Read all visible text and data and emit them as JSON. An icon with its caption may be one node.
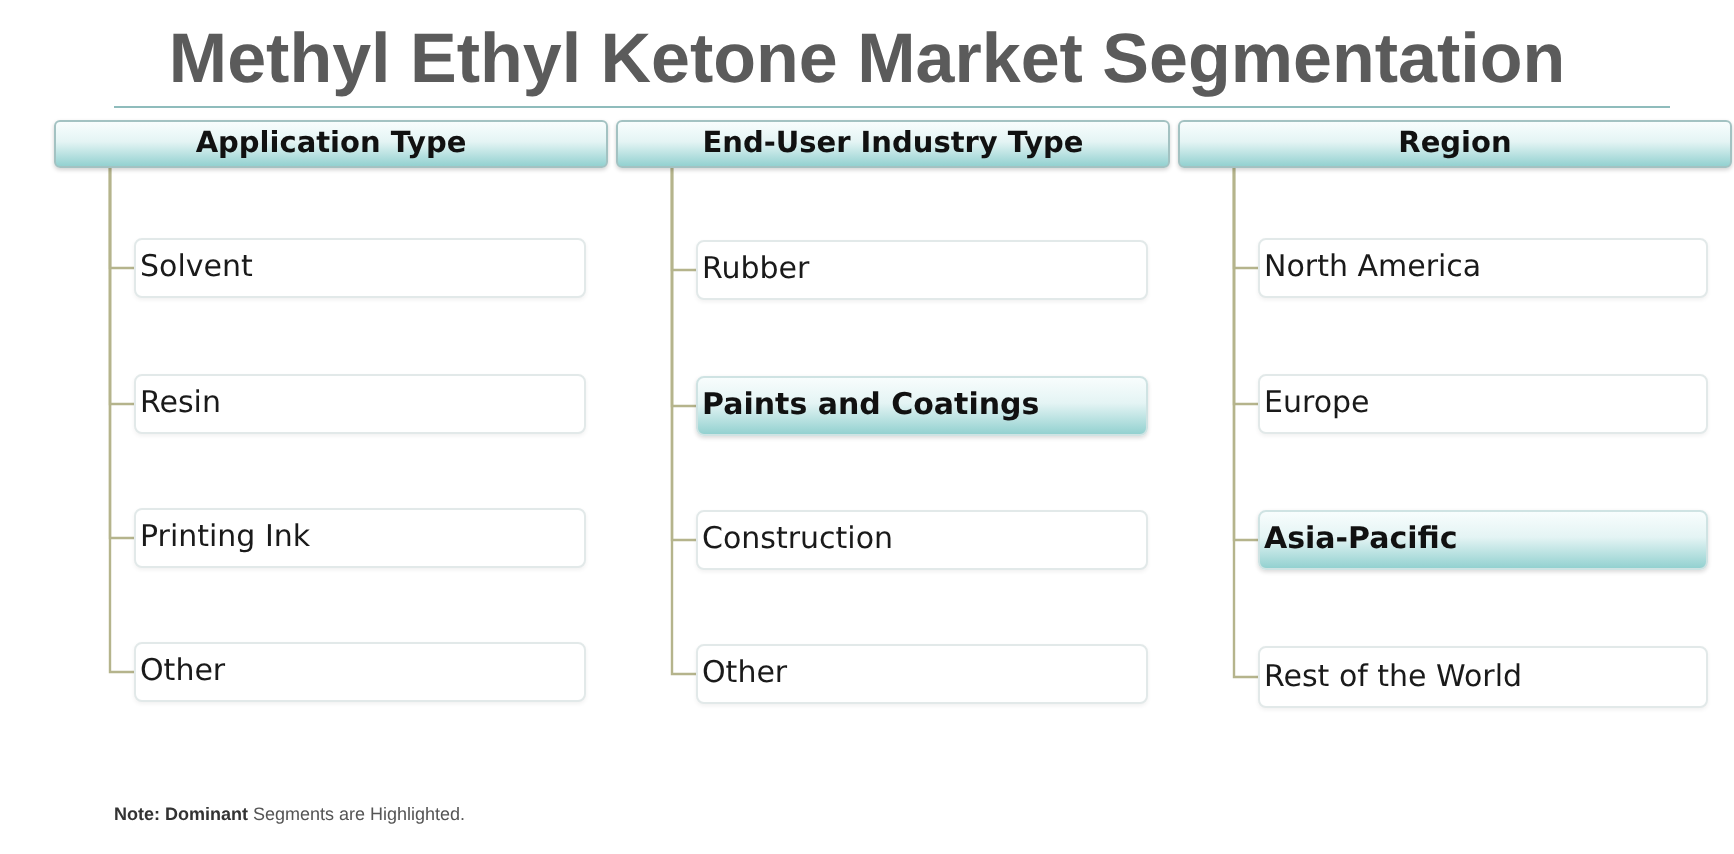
{
  "diagram": {
    "title": "Methyl Ethyl Ketone Market Segmentation",
    "nodes": [
      {
        "text": [
          "Application Type"
        ]
      },
      {
        "text": [
          "Solvent"
        ]
      },
      {
        "text": [
          "Resin"
        ]
      },
      {
        "text": [
          "Printing Ink"
        ]
      },
      {
        "text": [
          "Other"
        ]
      },
      {
        "text": [
          "End-User Industry Type"
        ]
      },
      {
        "text": [
          "Rubber"
        ]
      },
      {
        "text": [
          "Paints and Coatings"
        ]
      },
      {
        "text": [
          "Construction"
        ]
      },
      {
        "text": [
          "Other"
        ]
      },
      {
        "text": [
          "Region"
        ]
      },
      {
        "text": [
          "North America"
        ]
      },
      {
        "text": [
          "Europe"
        ]
      },
      {
        "text": [
          "Asia-Pacific"
        ]
      },
      {
        "text": [
          "Rest of the World"
        ]
      }
    ],
    "edges": [
      {
        "from": 0,
        "to": 1,
        "arrow": "none"
      },
      {
        "from": 0,
        "to": 2,
        "arrow": "none"
      },
      {
        "from": 0,
        "to": 3,
        "arrow": "none"
      },
      {
        "from": 0,
        "to": 4,
        "arrow": "none"
      },
      {
        "from": 5,
        "to": 6,
        "arrow": "none"
      },
      {
        "from": 5,
        "to": 7,
        "arrow": "none"
      },
      {
        "from": 5,
        "to": 8,
        "arrow": "none"
      },
      {
        "from": 5,
        "to": 9,
        "arrow": "none"
      },
      {
        "from": 10,
        "to": 11,
        "arrow": "none"
      },
      {
        "from": 10,
        "to": 12,
        "arrow": "none"
      },
      {
        "from": 10,
        "to": 13,
        "arrow": "none"
      },
      {
        "from": 10,
        "to": 14,
        "arrow": "none"
      }
    ],
    "labels": [
      "**Note: Dominant** Segments are Highlighted."
    ]
  }
}
